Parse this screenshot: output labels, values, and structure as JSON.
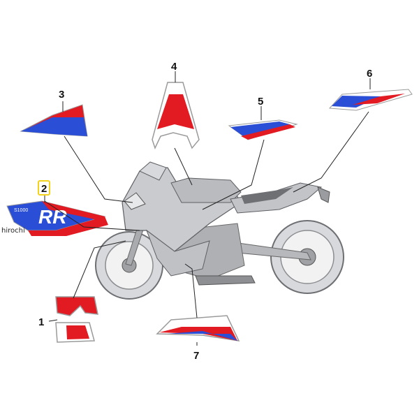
{
  "callouts": [
    {
      "id": "1",
      "label": "1"
    },
    {
      "id": "2",
      "label": "2",
      "highlighted": true
    },
    {
      "id": "3",
      "label": "3"
    },
    {
      "id": "4",
      "label": "4"
    },
    {
      "id": "5",
      "label": "5"
    },
    {
      "id": "6",
      "label": "6"
    },
    {
      "id": "7",
      "label": "7"
    }
  ],
  "decal_text": {
    "model": "RR",
    "small": "S1000"
  },
  "watermark": "hirochi",
  "colors": {
    "blue": "#2a4fd6",
    "red": "#e21a22",
    "white": "#ffffff",
    "outline": "#9a9a9a",
    "bike": "#c9cbcf",
    "highlight": "#f2d21b"
  }
}
